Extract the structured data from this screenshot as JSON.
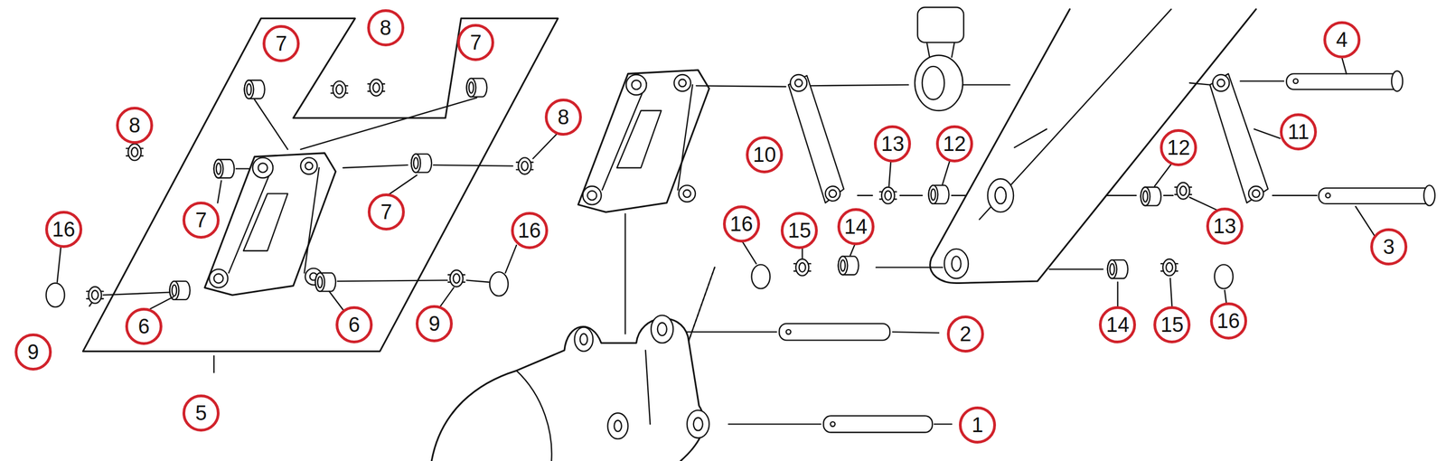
{
  "diagram": {
    "labels": [
      "7",
      "8",
      "7",
      "4",
      "8",
      "8",
      "10",
      "13",
      "12",
      "12",
      "11",
      "16",
      "16",
      "7",
      "7",
      "16",
      "15",
      "14",
      "13",
      "3",
      "9",
      "6",
      "6",
      "9",
      "14",
      "15",
      "16",
      "2",
      "5",
      "1"
    ]
  }
}
